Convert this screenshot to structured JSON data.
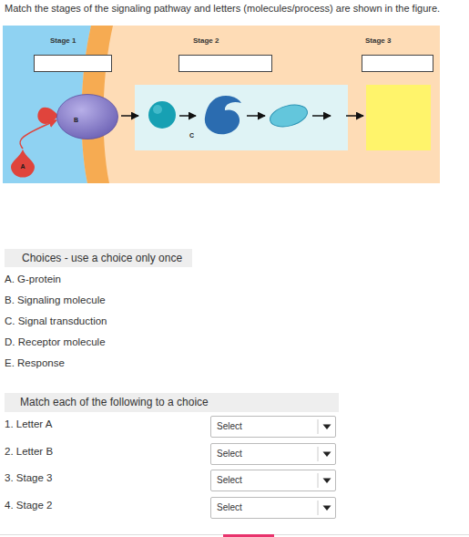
{
  "diagram": {
    "title": "Match the stages of the signaling pathway and letters (molecules/process) are shown in the figure.",
    "nodes": [
      {
        "text": [
          "Stage 1"
        ]
      },
      {
        "text": [
          "Stage 2"
        ]
      },
      {
        "text": [
          "Stage 3"
        ]
      },
      {
        "text": [
          "B"
        ]
      },
      {
        "text": [
          "A"
        ]
      },
      {
        "text": [
          "Choices - use a choice only once"
        ]
      },
      {
        "text": [
          "Match each of the following to a choice"
        ]
      },
      {
        "text": [
          "Select"
        ]
      },
      {
        "text": [
          "Select"
        ]
      },
      {
        "text": [
          "Select"
        ]
      },
      {
        "text": [
          "Select"
        ]
      }
    ],
    "edges": [
      {
        "from": 4,
        "to": 3,
        "arrow": "to"
      }
    ],
    "labels": [
      "C",
      "A. G-protein",
      "B. Signaling molecule",
      "C. Signal transduction",
      "D. Receptor molecule",
      "E. Response",
      "1. Letter A",
      "2. Letter B",
      "3. Stage 3",
      "4. Stage 2"
    ]
  }
}
